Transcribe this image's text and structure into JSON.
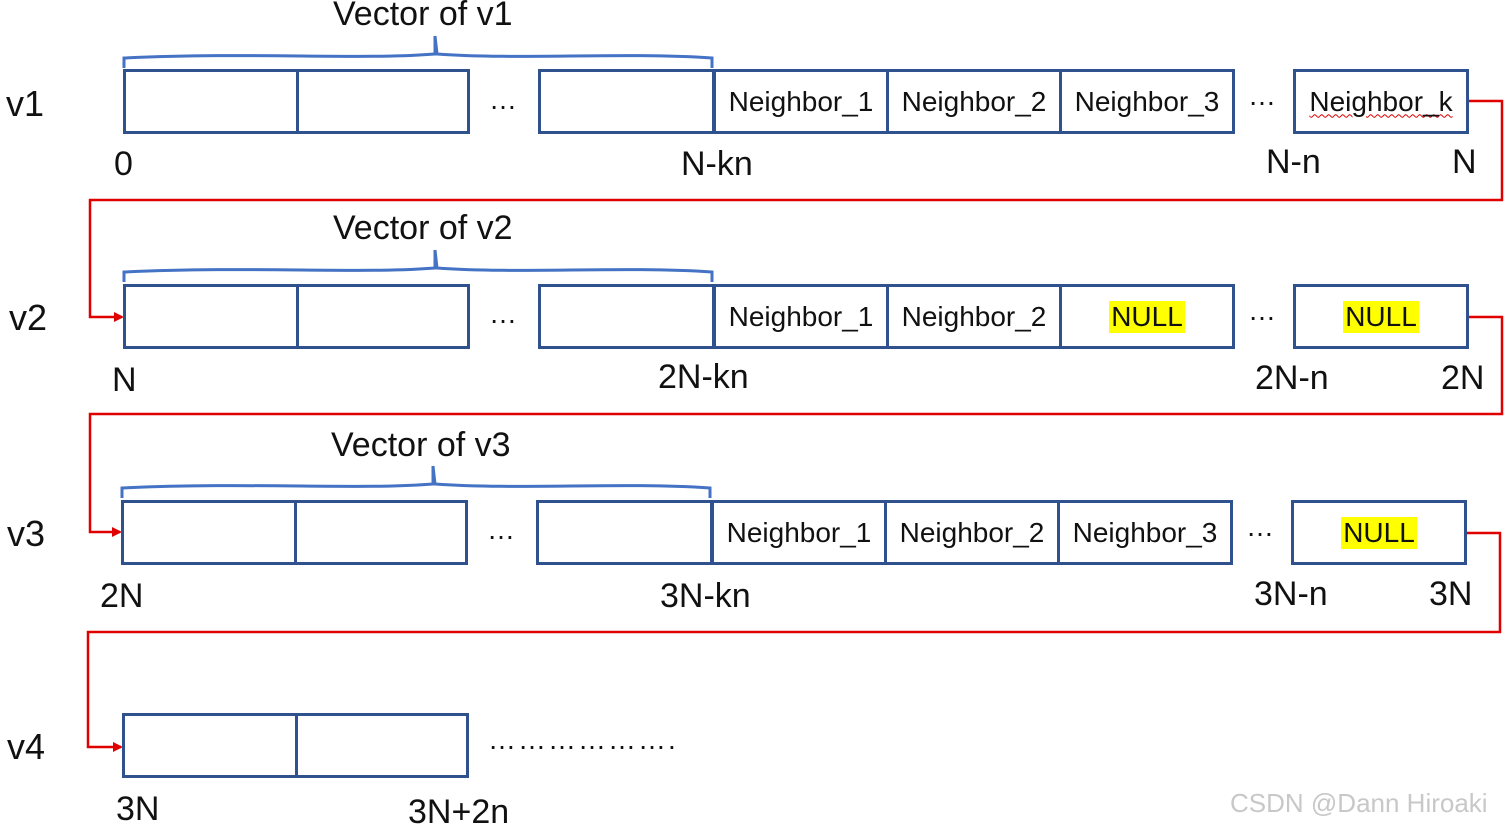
{
  "rows": [
    {
      "label": "v1",
      "vector_title": "Vector of v1",
      "neighbor_cells": [
        "Neighbor_1",
        "Neighbor_2",
        "Neighbor_3"
      ],
      "last_cell": "Neighbor_k",
      "indices": {
        "start": "0",
        "vec_end": "N-kn",
        "nbr_end": "N-n",
        "end": "N"
      }
    },
    {
      "label": "v2",
      "vector_title": "Vector of v2",
      "neighbor_cells": [
        "Neighbor_1",
        "Neighbor_2",
        "NULL"
      ],
      "last_cell": "NULL",
      "indices": {
        "start": "N",
        "vec_end": "2N-kn",
        "nbr_end": "2N-n",
        "end": "2N"
      }
    },
    {
      "label": "v3",
      "vector_title": "Vector of v3",
      "neighbor_cells": [
        "Neighbor_1",
        "Neighbor_2",
        "Neighbor_3"
      ],
      "last_cell": "NULL",
      "indices": {
        "start": "2N",
        "vec_end": "3N-kn",
        "nbr_end": "3N-n",
        "end": "3N"
      }
    },
    {
      "label": "v4",
      "trailing_dots": "……………….",
      "indices": {
        "start": "3N",
        "vec_end": "3N+2n"
      }
    }
  ],
  "ellipsis": "…",
  "watermark": "CSDN @Dann Hiroaki",
  "colors": {
    "cell_border": "#2f528f",
    "brace": "#4472c4",
    "arrow": "#e00000",
    "null_highlight": "#ffff00"
  }
}
